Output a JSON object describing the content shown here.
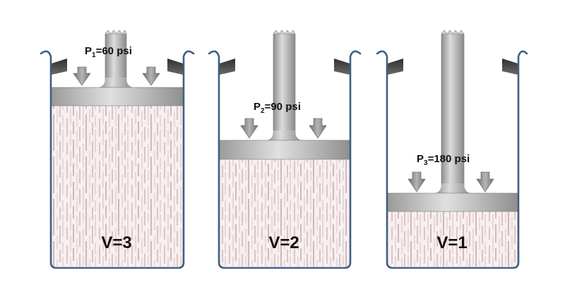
{
  "cylinders": [
    {
      "pressure_prefix": "P",
      "pressure_sub": "1",
      "pressure_text": "=60 psi",
      "volume_label": "V=3"
    },
    {
      "pressure_prefix": "P",
      "pressure_sub": "2",
      "pressure_text": "=90 psi",
      "volume_label": "V=2"
    },
    {
      "pressure_prefix": "P",
      "pressure_sub": "3",
      "pressure_text": "=180 psi",
      "volume_label": "V=1"
    }
  ],
  "colors": {
    "cylinder_wall": "#3e5f83",
    "gas_background": "#f6eeee",
    "gas_streak": "#b07777",
    "piston_gray": "#b8b8b8",
    "arrow_gray": "#8a8a8a",
    "stop_dark": "#4a4a4a"
  }
}
